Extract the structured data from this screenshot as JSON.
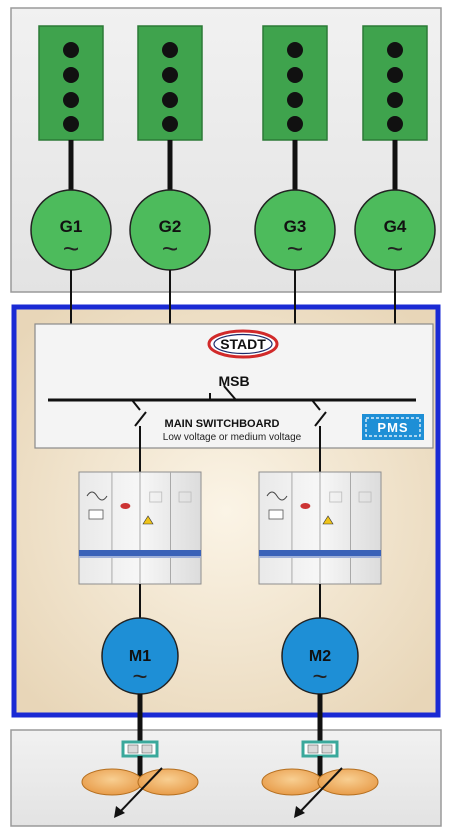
{
  "generators": [
    {
      "label": "G1"
    },
    {
      "label": "G2"
    },
    {
      "label": "G3"
    },
    {
      "label": "G4"
    }
  ],
  "motors": [
    {
      "label": "M1"
    },
    {
      "label": "M2"
    }
  ],
  "switchboard": {
    "logo_text": "STADT",
    "bus_label": "MSB",
    "title": "MAIN SWITCHBOARD",
    "subtitle": "Low voltage or medium voltage",
    "pms_label": "PMS"
  },
  "ac_symbol": "~",
  "colors": {
    "engine_green": "#3fa34d",
    "generator_green": "#4dbb5c",
    "motor_blue": "#1e8fd6",
    "frame_blue": "#1a2ad4",
    "pms_blue": "#1e8fd6",
    "logo_red": "#d12a2a",
    "propeller_orange": "#f2b46a"
  }
}
